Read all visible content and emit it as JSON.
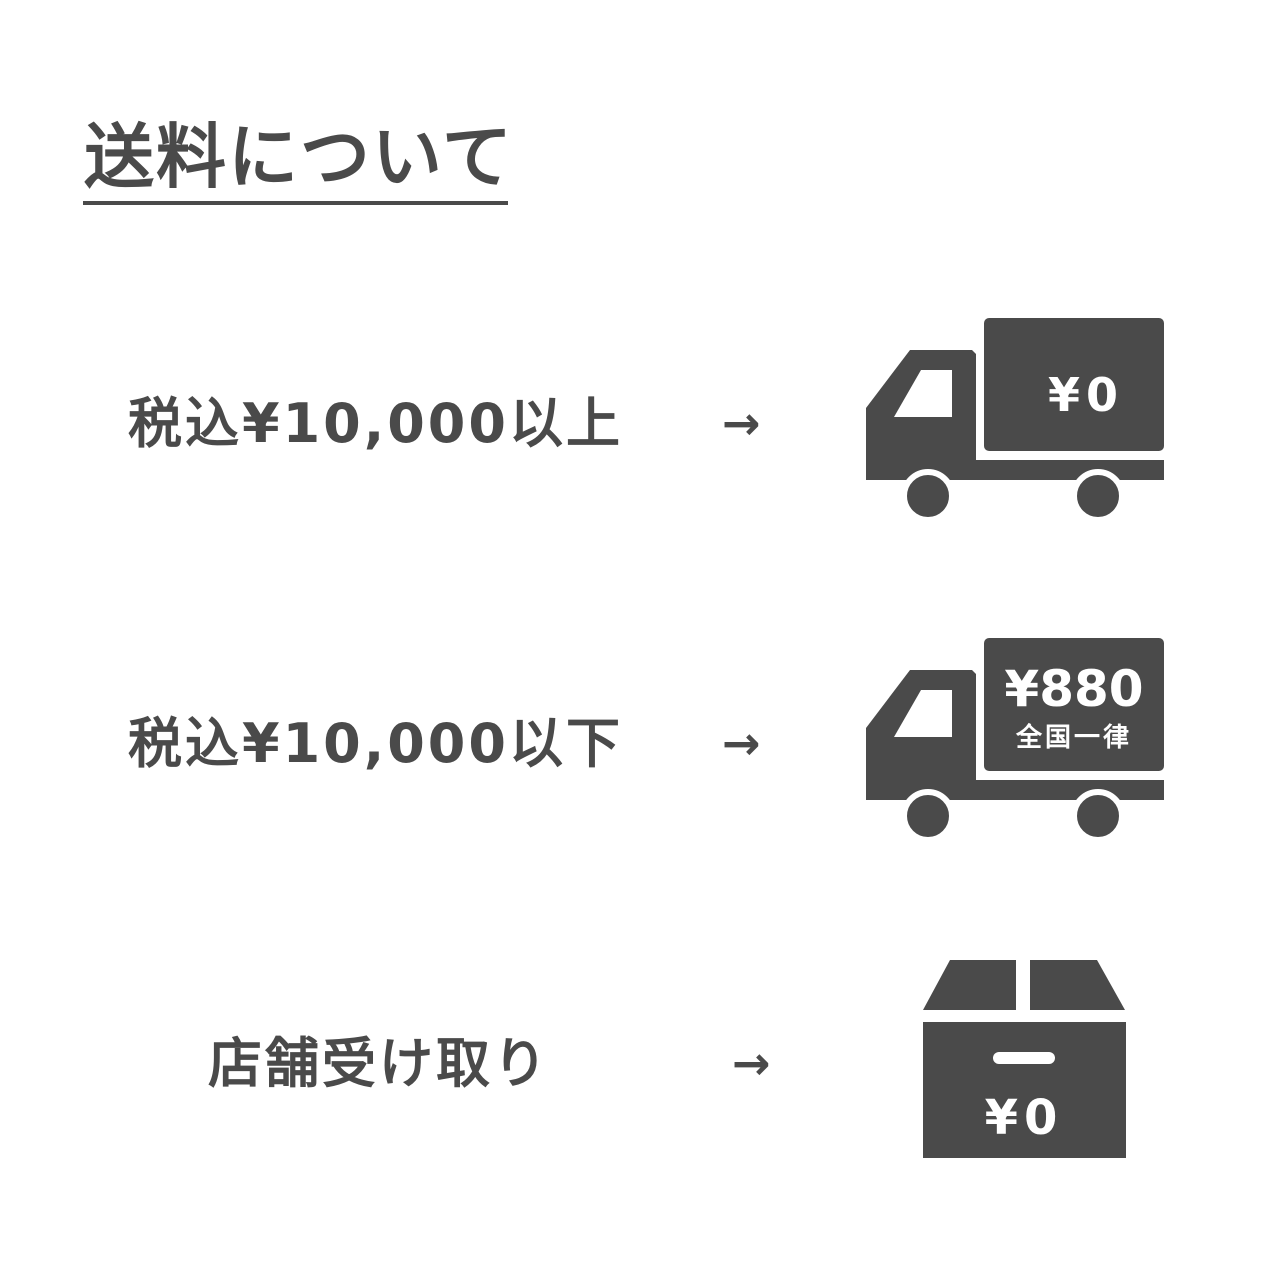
{
  "title": "送料について",
  "rows": [
    {
      "condition": "税込¥10,000以上",
      "arrow": "→",
      "icon": "truck-icon",
      "price": "¥0",
      "note": ""
    },
    {
      "condition": "税込¥10,000以下",
      "arrow": "→",
      "icon": "truck-icon",
      "price": "¥880",
      "note": "全国一律"
    },
    {
      "condition": "店舗受け取り",
      "arrow": "→",
      "icon": "box-icon",
      "price": "¥0",
      "note": ""
    }
  ],
  "colors": {
    "foreground": "#4a4a4a",
    "background": "#ffffff",
    "icon_text": "#ffffff"
  }
}
